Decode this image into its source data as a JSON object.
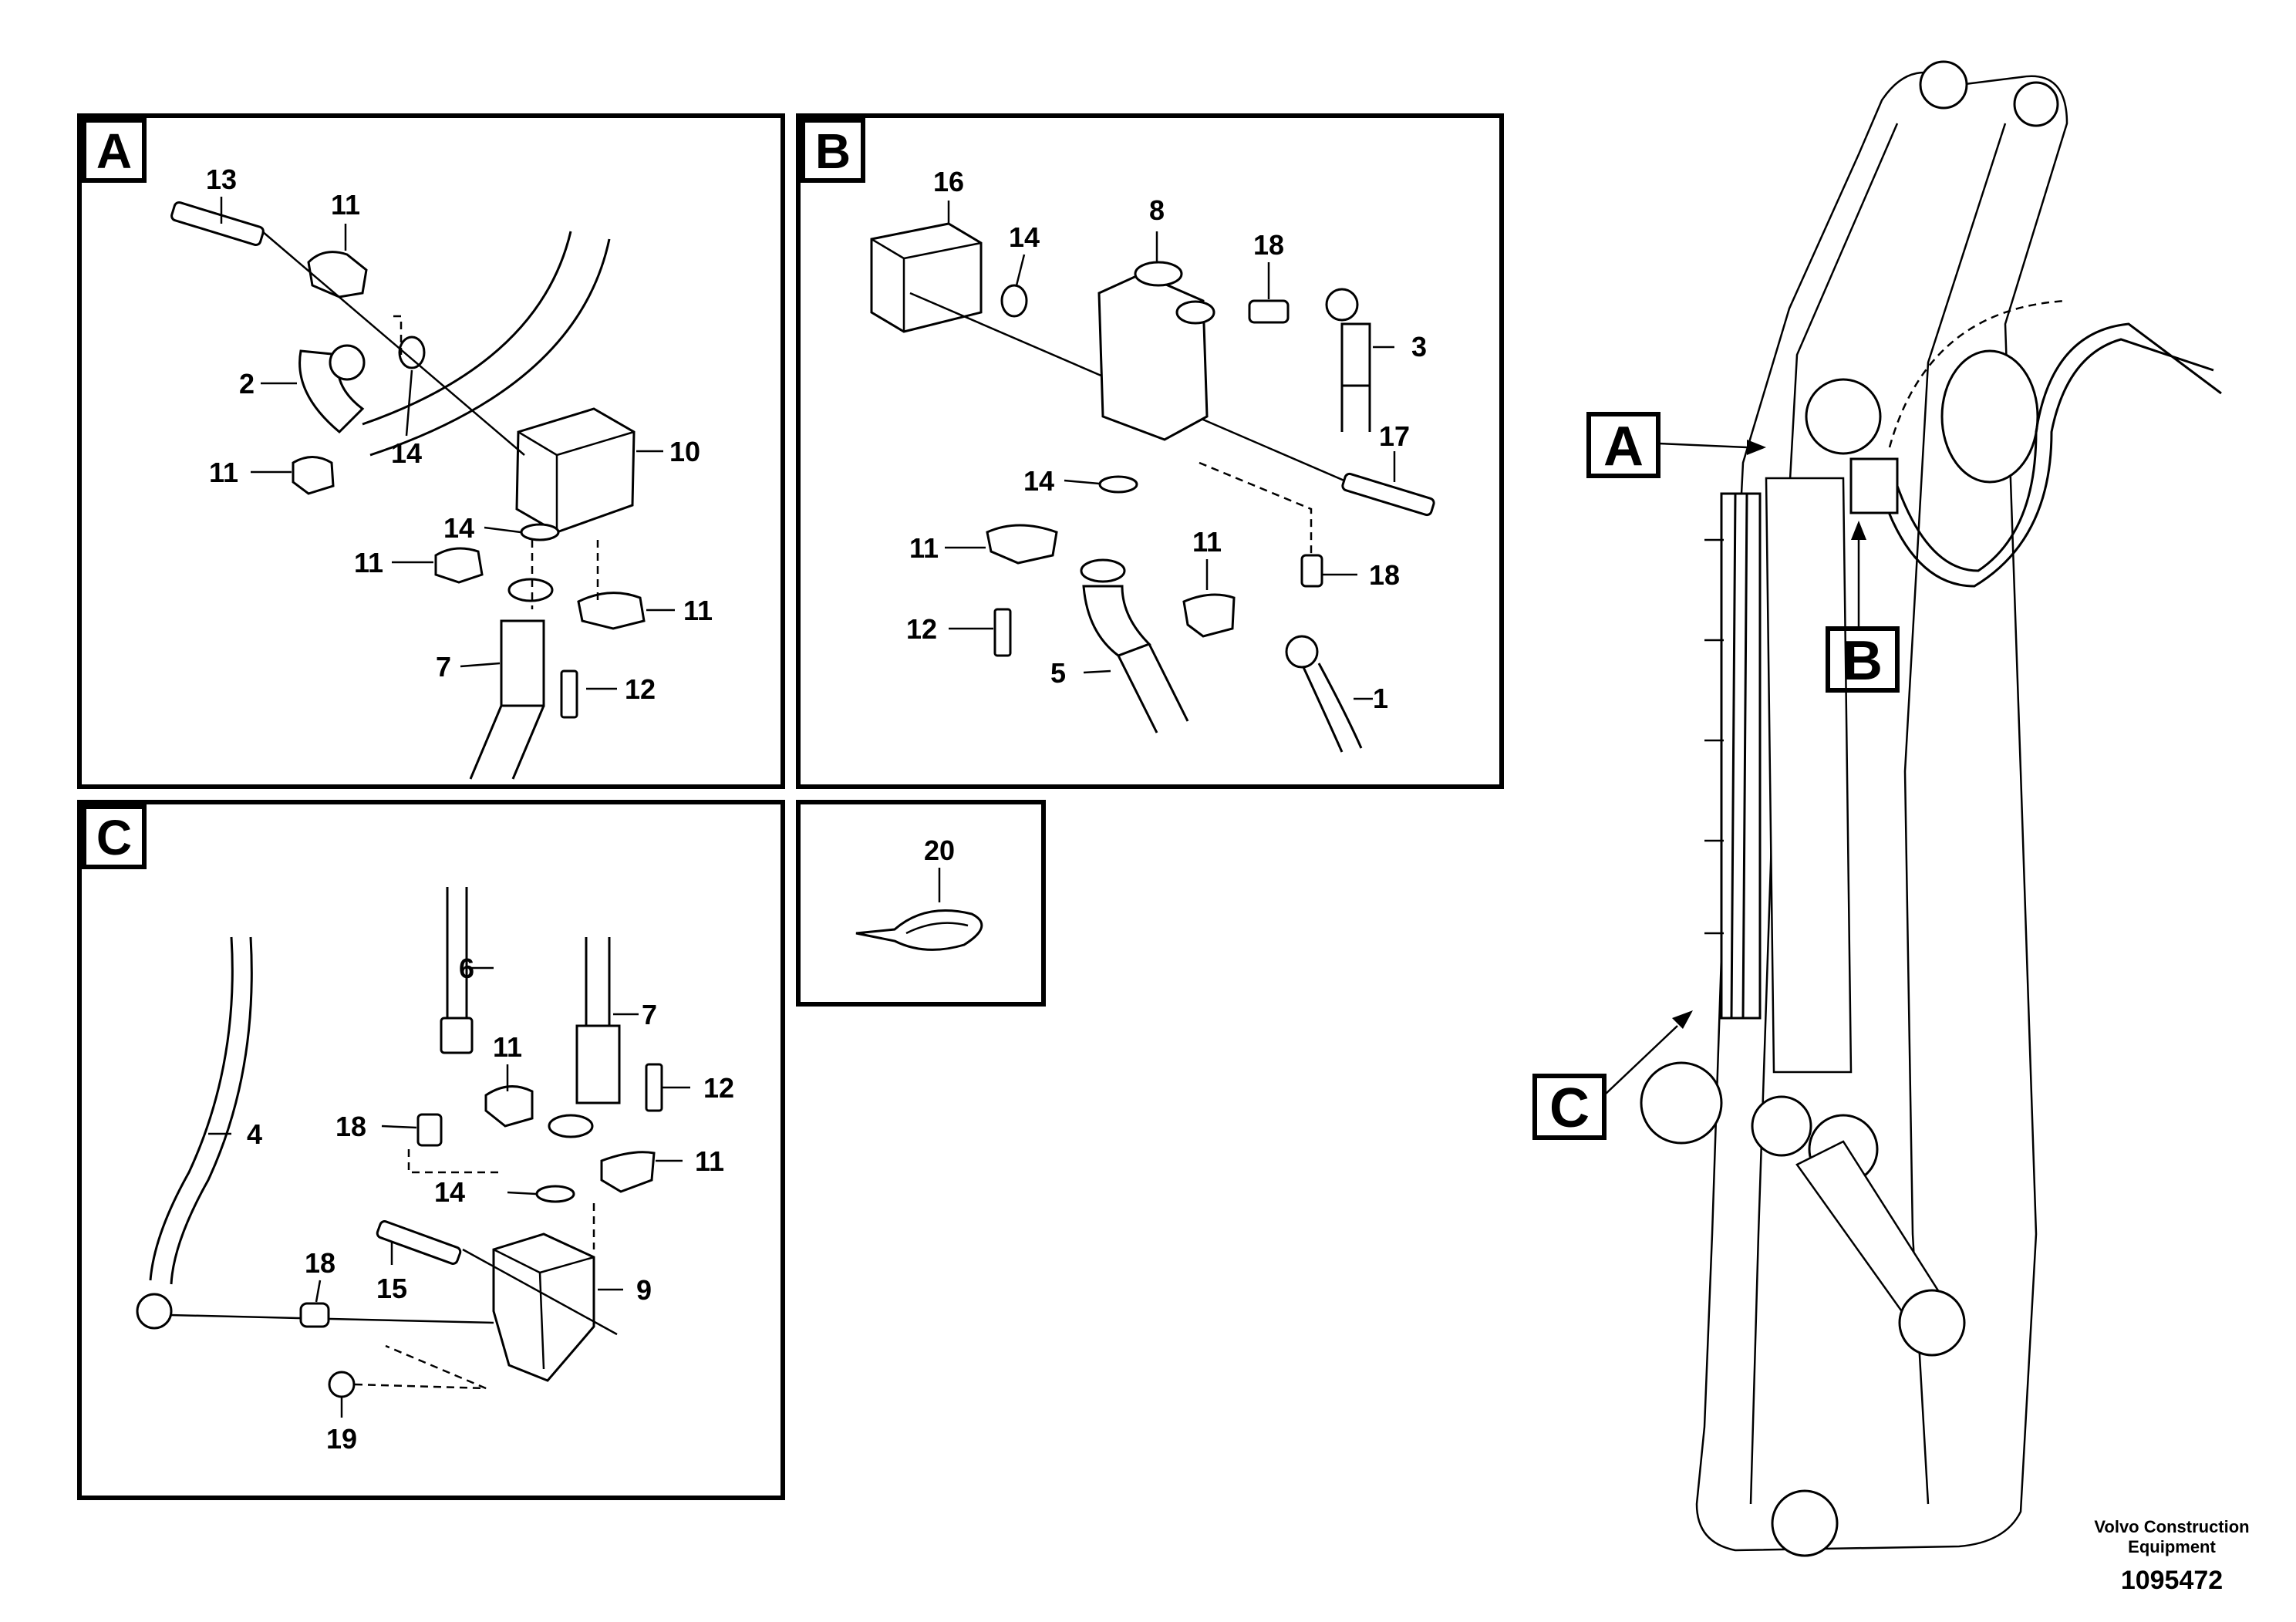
{
  "panels": {
    "a": {
      "letter": "A",
      "labels": [
        "13",
        "11",
        "2",
        "14",
        "10",
        "11",
        "14",
        "11",
        "11",
        "7",
        "12"
      ]
    },
    "b": {
      "letter": "B",
      "labels": [
        "16",
        "14",
        "8",
        "18",
        "3",
        "17",
        "14",
        "11",
        "11",
        "18",
        "12",
        "5",
        "1"
      ]
    },
    "c": {
      "letter": "C",
      "labels": [
        "6",
        "7",
        "11",
        "12",
        "4",
        "18",
        "11",
        "14",
        "18",
        "15",
        "9",
        "19"
      ]
    },
    "d": {
      "labels": [
        "20"
      ]
    }
  },
  "overview": {
    "callouts": [
      "A",
      "B",
      "C"
    ]
  },
  "footer": {
    "company": "Volvo Construction",
    "company_line2": "Equipment",
    "drawing_number": "1095472"
  }
}
